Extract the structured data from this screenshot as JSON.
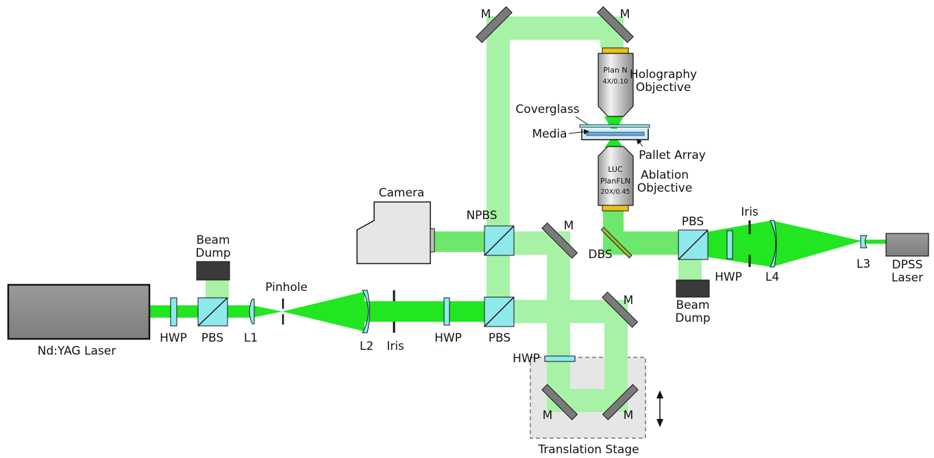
{
  "labels": {
    "nd_yag_laser": "Nd:YAG Laser",
    "hwp_1": "HWP",
    "pbs_1": "PBS",
    "beam_dump_1": [
      "Beam",
      "Dump"
    ],
    "l1": "L1",
    "pinhole": "Pinhole",
    "l2": "L2",
    "iris_1": "Iris",
    "hwp_2": "HWP",
    "pbs_2": "PBS",
    "camera": "Camera",
    "npbs": "NPBS",
    "m_top_left": "M",
    "m_top_right": "M",
    "m_npbs": "M",
    "m_right": "M",
    "m_stage_left": "M",
    "m_stage_right": "M",
    "hwp_3": "HWP",
    "translation_stage": "Translation Stage",
    "holography_objective": [
      "Holography",
      "Objective"
    ],
    "holo_obj_text": [
      "Plan N",
      "4X/0.10"
    ],
    "coverglass": "Coverglass",
    "media": "Media",
    "pallet_array": "Pallet Array",
    "ablation_objective": [
      "Ablation",
      "Objective"
    ],
    "abl_obj_text": [
      "LUC",
      "PlanFLN",
      "20X/0.45"
    ],
    "dbs": "DBS",
    "pbs_3": "PBS",
    "beam_dump_2": [
      "Beam",
      "Dump"
    ],
    "hwp_4": "HWP",
    "iris_2": "Iris",
    "l4": "L4",
    "l3": "L3",
    "dpss_laser": [
      "DPSS",
      "Laser"
    ]
  },
  "colors": {
    "beam_strong": "#22e622",
    "beam_weak": "#a8f2a8",
    "optic_cyan": "#8fe9ec",
    "mirror_gray": "#7a7a7a",
    "laser_gray": "#8c8c8c",
    "dump_dark": "#3a3a3a",
    "objective_gold": "#e8c21a",
    "dbs_olive": "#a6b93a"
  }
}
